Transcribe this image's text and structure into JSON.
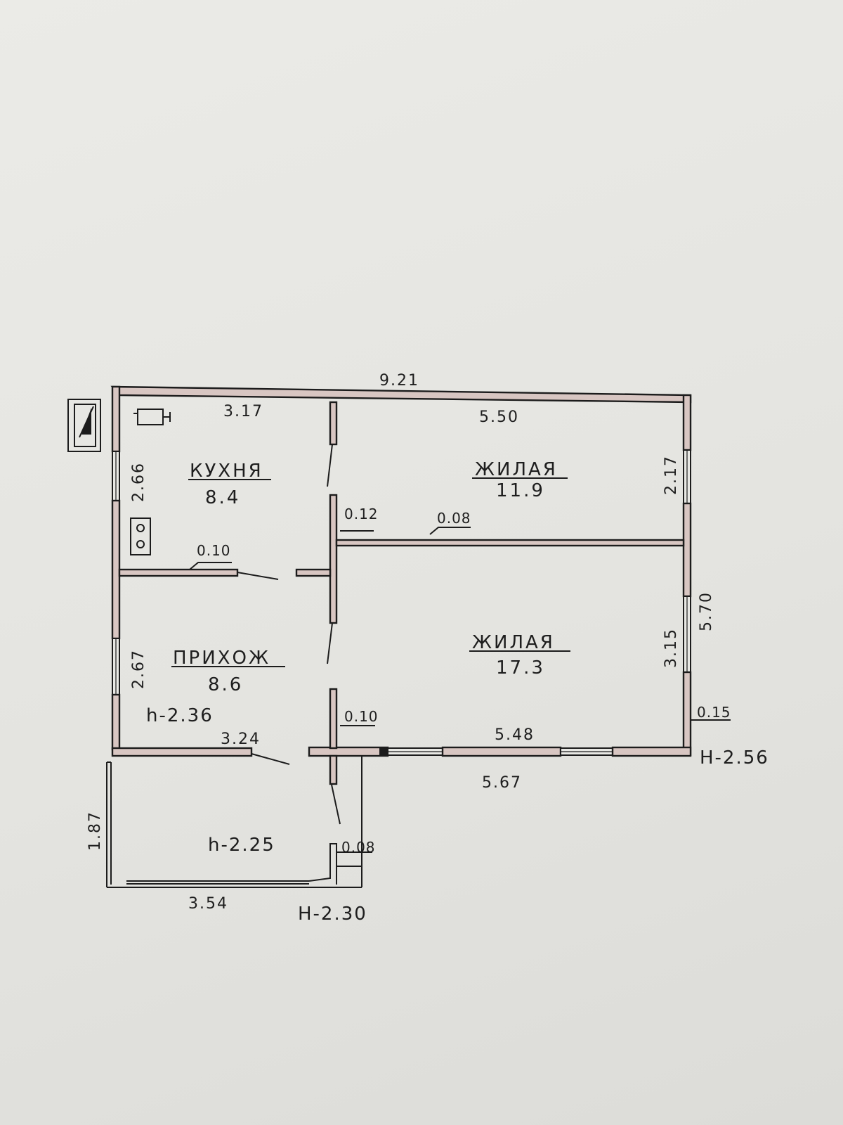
{
  "rooms": [
    {
      "id": "kitchen",
      "name": "КУХНЯ",
      "area": "8.4"
    },
    {
      "id": "living_top",
      "name": "ЖИЛАЯ",
      "area": "11.9"
    },
    {
      "id": "hall",
      "name": "ПРИХОЖ",
      "area": "8.6"
    },
    {
      "id": "living_bottom",
      "name": "ЖИЛАЯ",
      "area": "17.3"
    }
  ],
  "dimensions": {
    "total_width": "9.21",
    "kitchen_top": "3.17",
    "living_top_width": "5.50",
    "kitchen_height": "2.66",
    "living_top_height": "2.17",
    "right_total": "5.70",
    "living_bottom_height": "3.15",
    "hall_height": "2.67",
    "hall_bottom": "3.24",
    "living_bottom_width": "5.48",
    "outer_bottom_right": "5.67",
    "porch_height": "1.87",
    "porch_width": "3.54",
    "wall_012": "0.12",
    "wall_008_top": "0.08",
    "wall_010_kitchen": "0.10",
    "wall_010_hall": "0.10",
    "wall_015": "0.15",
    "wall_008_porch": "0.08"
  },
  "heights": {
    "hall_h": "h-2.36",
    "porch_h": "h-2.25",
    "house_H": "H-2.56",
    "porch_H": "H-2.30"
  },
  "icons": [
    "stove-icon",
    "sink-icon",
    "compass-icon"
  ]
}
